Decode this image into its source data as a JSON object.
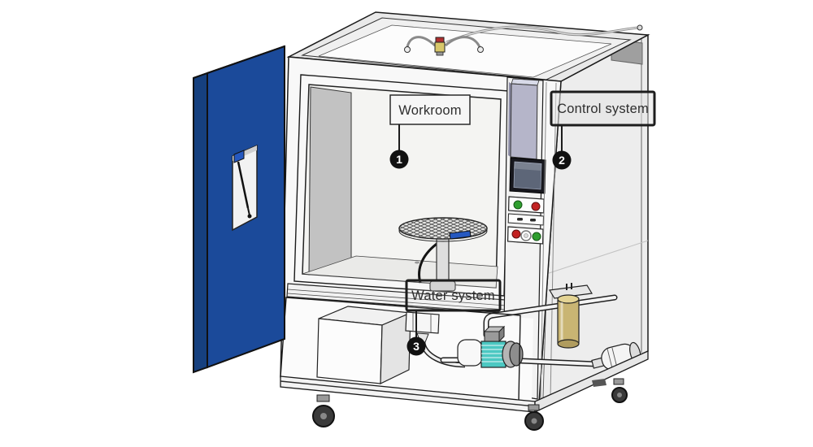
{
  "diagram": {
    "callouts": [
      {
        "number": "1",
        "label": "Workroom"
      },
      {
        "number": "2",
        "label": "Control system"
      },
      {
        "number": "3",
        "label": "Water system"
      }
    ]
  },
  "colors": {
    "door_blue": "#1b4a9a",
    "door_blue_top": "#2d9cf0",
    "door_blue_side": "#16407f",
    "door_window_tab": "#2558c0",
    "turntable_clamp": "#2558c0",
    "pump_teal": "#4cc8c2",
    "filter_tan": "#c9b573",
    "filter_tan_top": "#e4d494",
    "screen_gray": "#5d6678",
    "lavender_panel": "#b5b5c9",
    "button_green": "#2f9e2f",
    "button_red": "#c32222",
    "badge_black": "#111111",
    "vent_gray": "#9f9f9f"
  }
}
